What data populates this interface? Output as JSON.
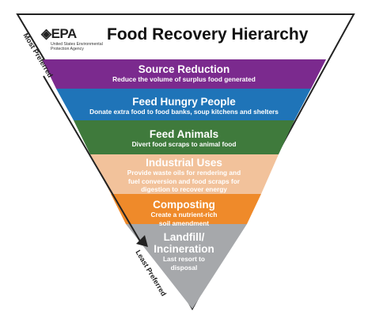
{
  "header": {
    "logo_text": "EPA",
    "logo_subtext": "United States Environmental Protection Agency",
    "title": "Food Recovery Hierarchy"
  },
  "axis": {
    "top_label": "Most Preferred",
    "bottom_label": "Least Preferred"
  },
  "tiers": [
    {
      "title": "Source Reduction",
      "desc": [
        "Reduce the volume of surplus food generated"
      ],
      "color": "#7b2a8e"
    },
    {
      "title": "Feed Hungry People",
      "desc": [
        "Donate extra food to food banks, soup kitchens and shelters"
      ],
      "color": "#1f74b8"
    },
    {
      "title": "Feed Animals",
      "desc": [
        "Divert food scraps to animal food"
      ],
      "color": "#3f7a3c"
    },
    {
      "title": "Industrial Uses",
      "desc": [
        "Provide waste oils for rendering and",
        "fuel conversion and food scraps for",
        "digestion to recover energy"
      ],
      "color": "#f2c29b"
    },
    {
      "title": "Composting",
      "desc": [
        "Create a nutrient-rich",
        "soil amendment"
      ],
      "color": "#ef8a2a"
    },
    {
      "title": "Landfill/",
      "title2": "Incineration",
      "desc": [
        "Last resort to",
        "disposal"
      ],
      "color": "#a6a8ab"
    }
  ]
}
